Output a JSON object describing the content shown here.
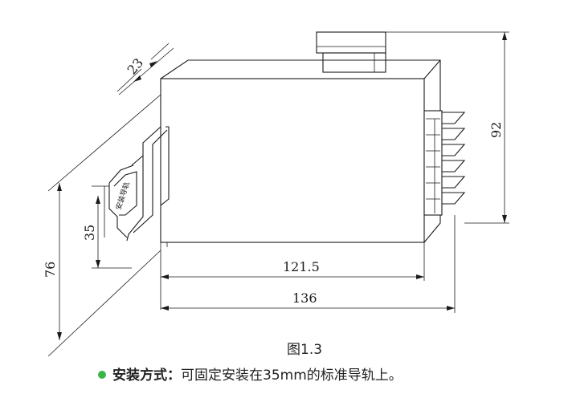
{
  "dimensions": {
    "width_121_5": "121.5",
    "width_136": "136",
    "height_92": "92",
    "height_76": "76",
    "rail_35": "35",
    "depth_23": "23"
  },
  "rail_label": "安装导轨",
  "figure_caption": "图1.3",
  "note": {
    "bullet_color": "#3bb54a",
    "label": "安装方式：",
    "text": "可固定安装在35mm的标准导轨上。"
  }
}
